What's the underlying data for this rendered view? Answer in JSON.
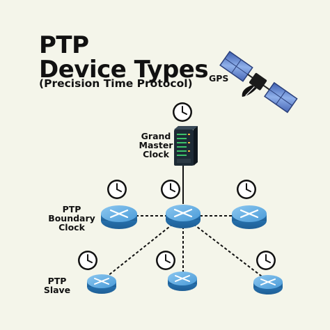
{
  "title_line1": "PTP",
  "title_line2": "Device Types",
  "subtitle": "(Precision Time Protocol)",
  "labels": {
    "gps": "GPS",
    "grandmaster_1": "Grand",
    "grandmaster_2": "Master",
    "grandmaster_3": "Clock",
    "boundary_1": "PTP",
    "boundary_2": "Boundary",
    "boundary_3": "Clock",
    "slave_1": "PTP",
    "slave_2": "Slave"
  },
  "colors": {
    "background": "#f4f5ea",
    "router": "#2f86c8",
    "router_top": "#6fb3e6",
    "server": "#1d2a35",
    "satellite_panel": "#5a7fc8"
  }
}
